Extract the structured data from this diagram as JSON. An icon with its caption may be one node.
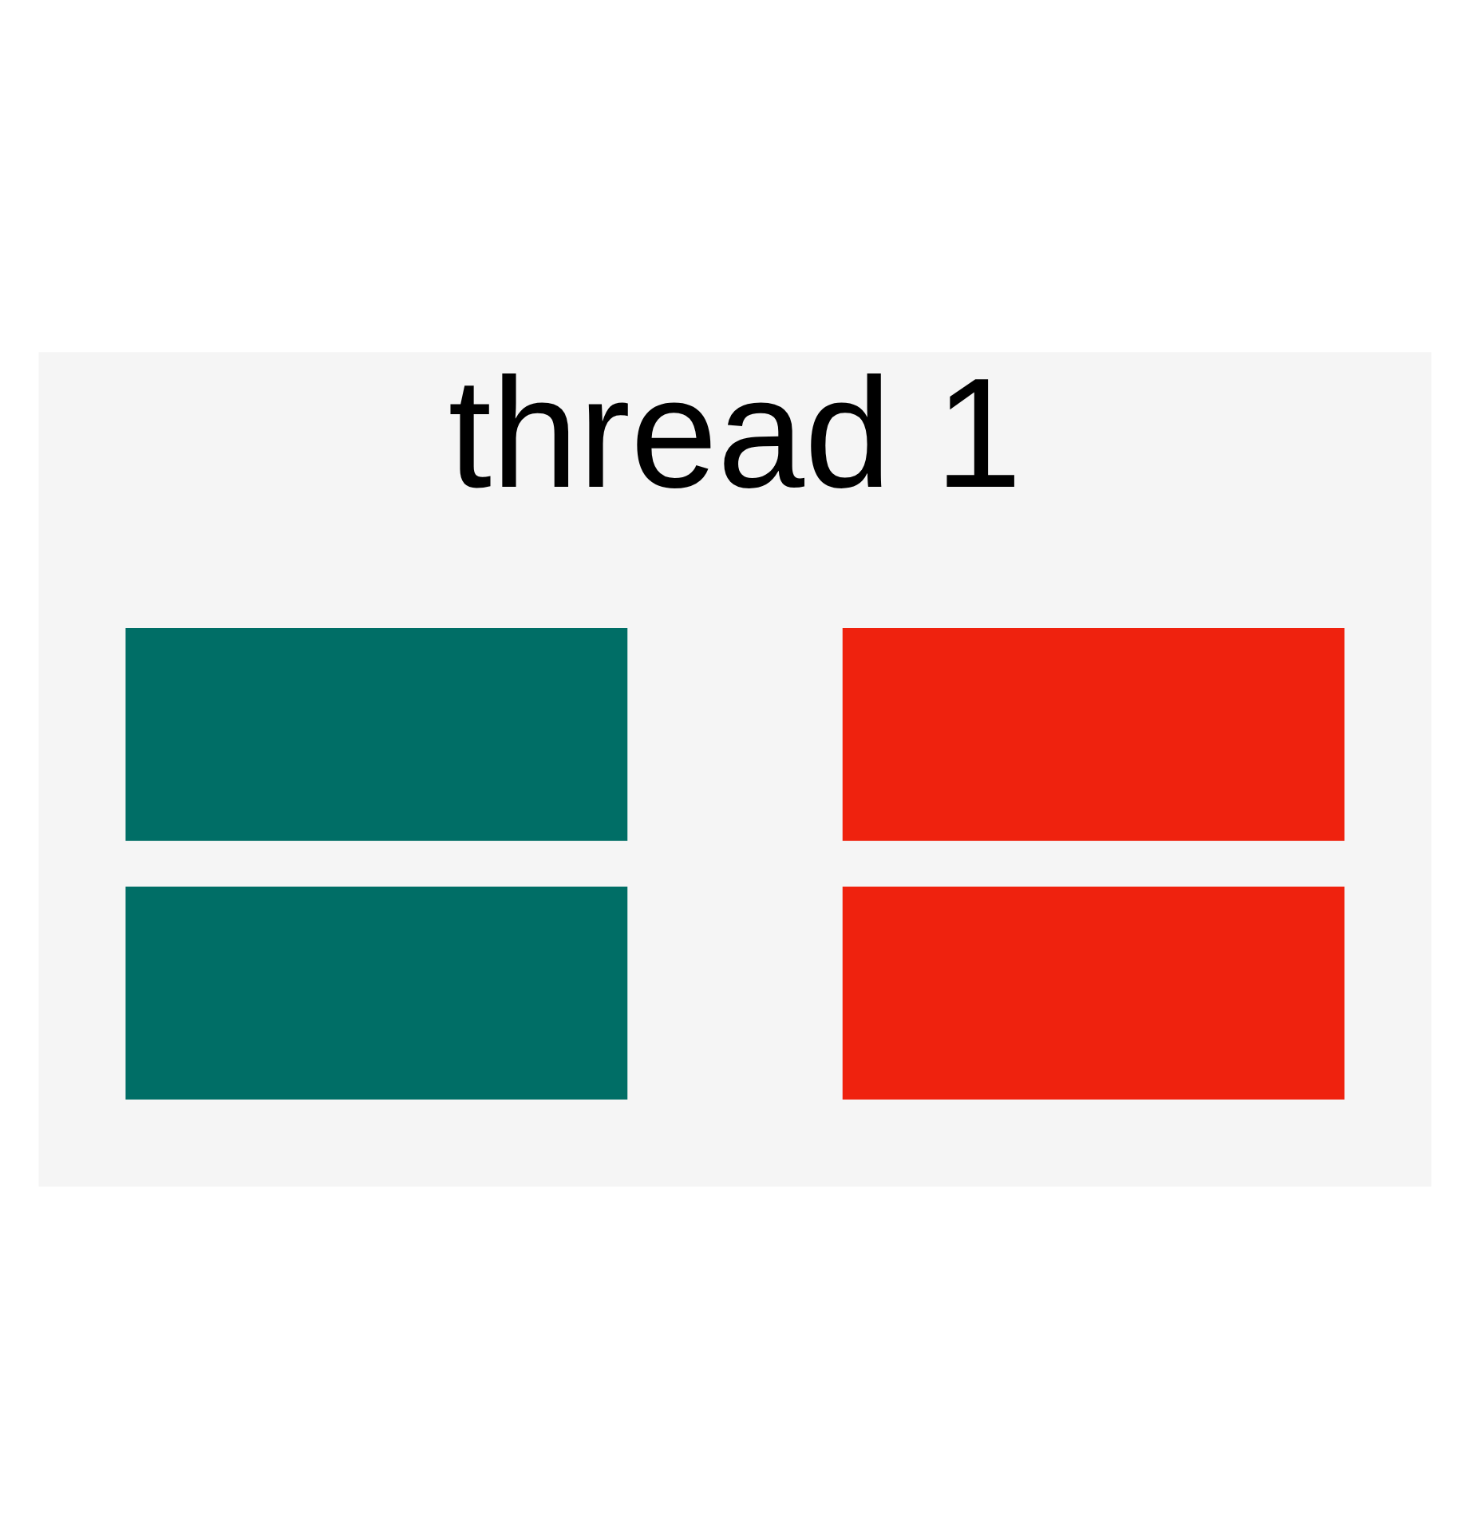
{
  "diagram": {
    "nodes": [
      {
        "text": [
          "thread 1"
        ]
      },
      {
        "text": [],
        "shape": "box",
        "in": 0
      },
      {
        "text": [],
        "shape": "box",
        "in": 0
      },
      {
        "text": [],
        "shape": "box",
        "in": 0
      },
      {
        "text": [],
        "shape": "box",
        "in": 0
      }
    ]
  }
}
